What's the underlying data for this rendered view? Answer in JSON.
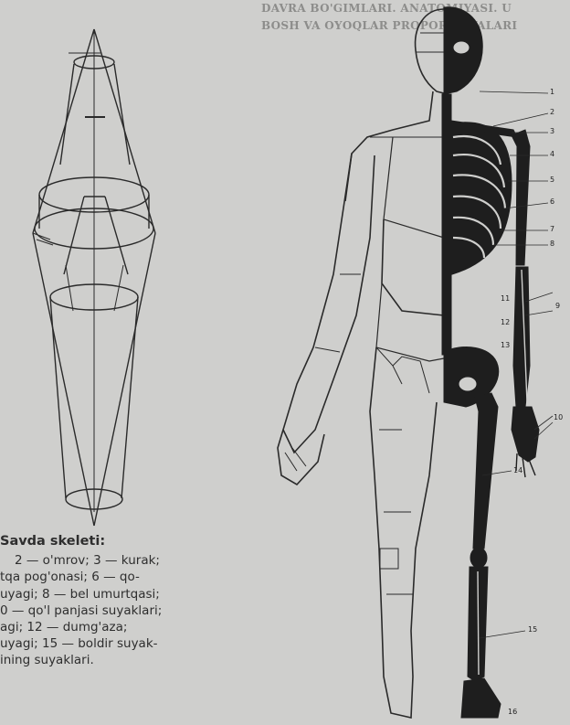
{
  "header_lines": [
    "DAVRA BO'GIMLARI. ANATOMIYASI. U",
    "BOSH VA OYOQLAR PROPORTSIYALARI"
  ],
  "figure_caption": {
    "title": "Savda skeleti:",
    "lines": [
      "2 — o'mrov; 3 — kurak;",
      "tqa pog'onasi; 6 — qo-",
      "uyagi; 8 — bel umurtqasi;",
      "0 — qo'l panjasi suyaklari;",
      "agi; 12 — dumg'aza;",
      "uyagi; 15 — boldir suyak-",
      "ining suyaklari."
    ]
  },
  "skeleton_labels": [
    "1",
    "2",
    "3",
    "4",
    "5",
    "6",
    "7",
    "8",
    "9",
    "10",
    "11",
    "12",
    "13",
    "14",
    "15",
    "16"
  ],
  "colors": {
    "paper": "#cfcfcd",
    "ink": "#2a2a2a",
    "bone_dark": "#1e1e1e"
  }
}
